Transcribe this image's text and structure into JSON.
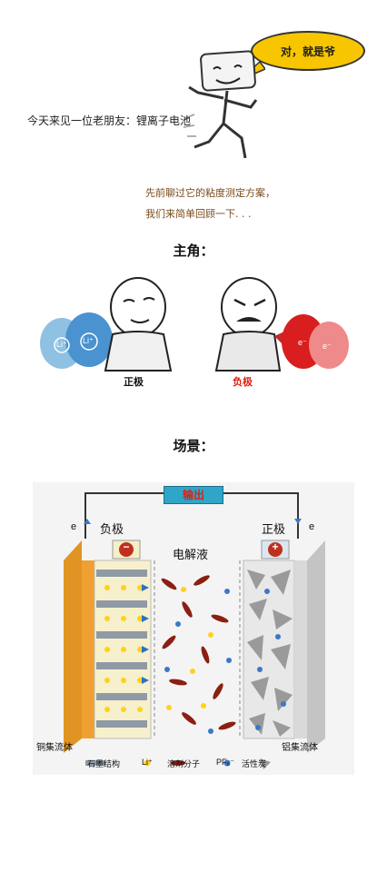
{
  "bubble": {
    "text": "对，就是爷"
  },
  "intro": {
    "text": "今天来见一位老朋友：锂离子电池"
  },
  "recap": {
    "line1": "先前聊过它的粘度测定方案，",
    "line2": "我们来简单回顾一下. . ."
  },
  "sections": {
    "cast_title": "主角：",
    "scene_title": "场景："
  },
  "cast": {
    "positive_label": "正极",
    "negative_label": "负极",
    "positive_particles": [
      "Li⁺",
      "Li⁺"
    ],
    "negative_particles": [
      "e⁻",
      "e⁻"
    ]
  },
  "diagram": {
    "output_label": "输出",
    "neg_electrode": "负极",
    "pos_electrode": "正极",
    "electrolyte": "电解液",
    "electron_left": "e",
    "electron_right": "e",
    "minus_sign": "−",
    "plus_sign": "+",
    "copper_collector": "铜集流体",
    "aluminum_collector": "铝集流体",
    "legend": {
      "graphite": "石墨结构",
      "li": "Li⁺",
      "solvent": "溶剂分子",
      "pf6": "PF₆⁻",
      "carbon": "活性炭"
    }
  },
  "colors": {
    "bubble": "#f7c600",
    "copper": "#f0a030",
    "li": "#ffd21a",
    "solvent": "#8b1f12",
    "pf6": "#3a78c8",
    "output_box": "#2fa5c8",
    "negative_red": "#d21f1f"
  }
}
